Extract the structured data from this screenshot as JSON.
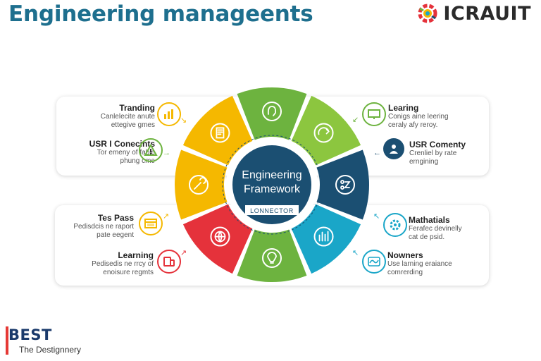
{
  "header": {
    "title": "Engineering manageents",
    "brand": "ICRAUIT"
  },
  "center": {
    "title_line1": "Engineering",
    "title_line2": "Framework",
    "caption": "LONNECTOR"
  },
  "left_items": [
    {
      "title": "Tranding",
      "lines": [
        "Canlelecite anute",
        "ettegive gmes"
      ],
      "color": "#f5b800",
      "icon": "chart-bars-icon"
    },
    {
      "title": "USR I Conecints",
      "lines": [
        "Tor emeny of fable",
        "phung cme"
      ],
      "color": "#6db33f",
      "icon": "warning-icon"
    },
    {
      "title": "Tes Pass",
      "lines": [
        "Pedisdcis ne raport",
        "pate eegent"
      ],
      "color": "#f5b800",
      "icon": "window-icon"
    },
    {
      "title": "Learning",
      "lines": [
        "Pedisedis ne rrcy of",
        "enoisure regmts"
      ],
      "color": "#e5323b",
      "icon": "devices-icon"
    }
  ],
  "right_items": [
    {
      "title": "Learing",
      "lines": [
        "Conigs aine leering",
        "ceraly afy reroy."
      ],
      "color": "#6db33f",
      "icon": "monitor-icon"
    },
    {
      "title": "USR Comenty",
      "lines": [
        "Crenliel by rate",
        "erngining"
      ],
      "color": "#1b4f72",
      "icon": "user-icon"
    },
    {
      "title": "Mathatials",
      "lines": [
        "Ferafec devinelly",
        "cat de psid."
      ],
      "color": "#1aa6c8",
      "icon": "gear-icon"
    },
    {
      "title": "Nowners",
      "lines": [
        "Use larning eraiance",
        "comrerding"
      ],
      "color": "#1aa6c8",
      "icon": "wave-icon"
    }
  ],
  "footer": {
    "logo": "BEST",
    "sub": "The Destignnery"
  },
  "colors": {
    "title": "#1e6f8e",
    "wheel": [
      "#6db33f",
      "#8cc63f",
      "#1b4f72",
      "#1aa6c8",
      "#6db33f",
      "#e5323b",
      "#f5b800",
      "#f5b800"
    ],
    "hub": "#1b4f72"
  },
  "wheel_icons": [
    "head-icon",
    "ring-arrow-icon",
    "nodes-icon",
    "bar-chart-icon",
    "light-bulb-icon",
    "globe-icon",
    "wrench-icon",
    "tablet-icon"
  ]
}
